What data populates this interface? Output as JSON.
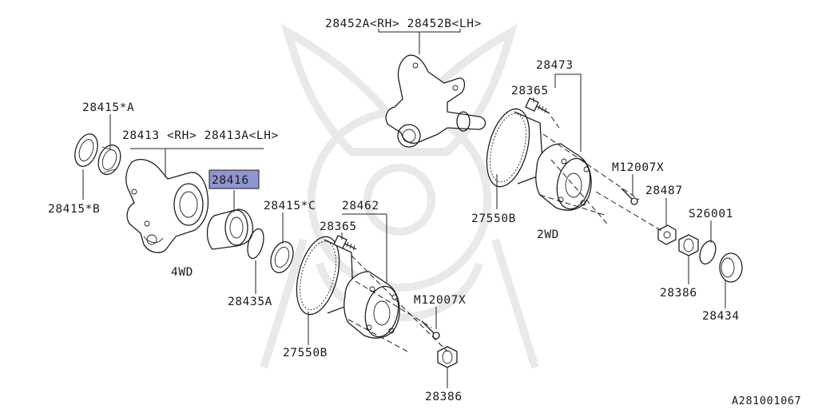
{
  "diagram": {
    "labels": {
      "p28452": "28452A<RH> 28452B<LH>",
      "p28473": "28473",
      "p28365_top": "28365",
      "p28415A": "28415*A",
      "p28413": "28413 <RH> 28413A<LH>",
      "p28416": "28416",
      "p28415C": "28415*C",
      "p28462": "28462",
      "p28365_mid": "28365",
      "p28415B": "28415*B",
      "p27550B_top": "27550B",
      "p2wd": "2WD",
      "pM12007X_top": "M12007X",
      "p28487": "28487",
      "pS26001": "S26001",
      "p4wd": "4WD",
      "p28435A": "28435A",
      "pM12007X_bot": "M12007X",
      "p27550B_bot": "27550B",
      "p28386_right": "28386",
      "p28434": "28434",
      "p28386_bot": "28386",
      "figure_id": "A281001067"
    },
    "highlight_color": "#8f95cf",
    "highlighted_part": "28416"
  }
}
